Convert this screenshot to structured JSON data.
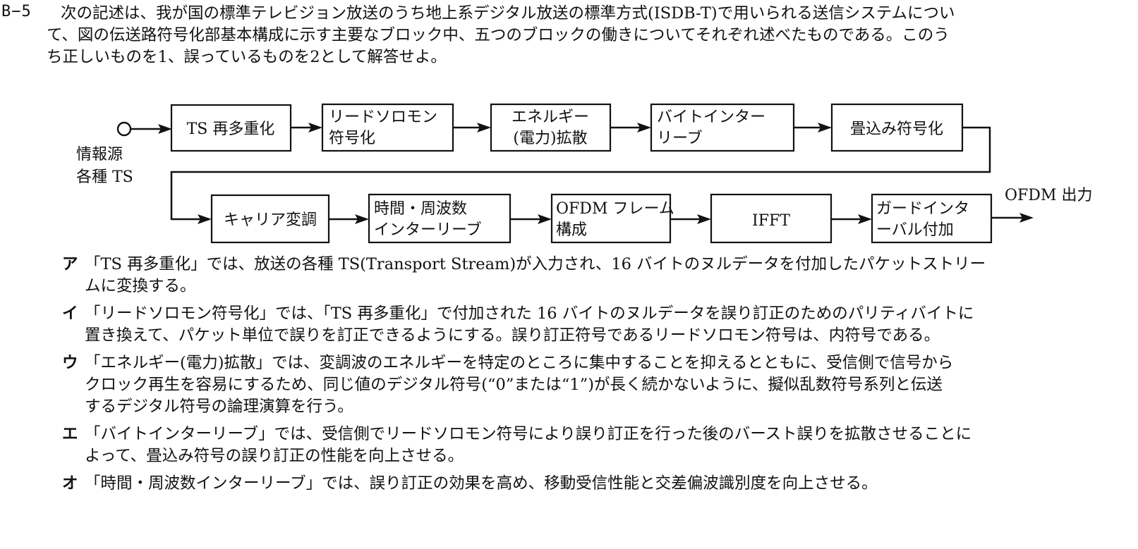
{
  "question": {
    "number": "B−5",
    "intro_lines": [
      "次の記述は、我が国の標準テレビジョン放送のうち地上系デジタル放送の標準方式(ISDB-T)で用いられる送信システムについ",
      "て、図の伝送路符号化部基本構成に示す主要なブロック中、五つのブロックの働きについてそれぞれ述べたものである。このう",
      "ち正しいものを1、誤っているものを2として解答せよ。"
    ]
  },
  "diagram": {
    "source_label_lines": [
      "情報源",
      "各種 TS"
    ],
    "output_label": "OFDM 出力",
    "row1_blocks": [
      {
        "lines": [
          "TS 再多重化"
        ]
      },
      {
        "lines": [
          "リードソロモン",
          "符号化"
        ]
      },
      {
        "lines": [
          "エネルギー",
          "(電力)拡散"
        ]
      },
      {
        "lines": [
          "バイトインター",
          "リーブ"
        ]
      },
      {
        "lines": [
          "畳込み符号化"
        ]
      }
    ],
    "row2_blocks": [
      {
        "lines": [
          "キャリア変調"
        ]
      },
      {
        "lines": [
          "時間・周波数",
          "インターリーブ"
        ]
      },
      {
        "lines": [
          "OFDM フレーム",
          "構成"
        ]
      },
      {
        "lines": [
          "IFFT"
        ]
      },
      {
        "lines": [
          "ガードインタ",
          "ーバル付加"
        ]
      }
    ]
  },
  "items": [
    {
      "mark": "ア",
      "lines": [
        "「TS 再多重化」では、放送の各種 TS(Transport  Stream)が入力され、16 バイトのヌルデータを付加したパケットストリー",
        "ムに変換する。"
      ]
    },
    {
      "mark": "イ",
      "lines": [
        "「リードソロモン符号化」では、「TS 再多重化」で付加された 16 バイトのヌルデータを誤り訂正のためのパリティバイトに",
        "置き換えて、パケット単位で誤りを訂正できるようにする。誤り訂正符号であるリードソロモン符号は、内符号である。"
      ]
    },
    {
      "mark": "ウ",
      "lines": [
        "「エネルギー(電力)拡散」では、変調波のエネルギーを特定のところに集中することを抑えるとともに、受信側で信号から",
        "クロック再生を容易にするため、同じ値のデジタル符号(“0”または“1”)が長く続かないように、擬似乱数符号系列と伝送",
        "するデジタル符号の論理演算を行う。"
      ]
    },
    {
      "mark": "エ",
      "lines": [
        "「バイトインターリーブ」では、受信側でリードソロモン符号により誤り訂正を行った後のバースト誤りを拡散させることに",
        "よって、畳込み符号の誤り訂正の性能を向上させる。"
      ]
    },
    {
      "mark": "オ",
      "lines": [
        "「時間・周波数インターリーブ」では、誤り訂正の効果を高め、移動受信性能と交差偏波識別度を向上させる。"
      ]
    }
  ]
}
